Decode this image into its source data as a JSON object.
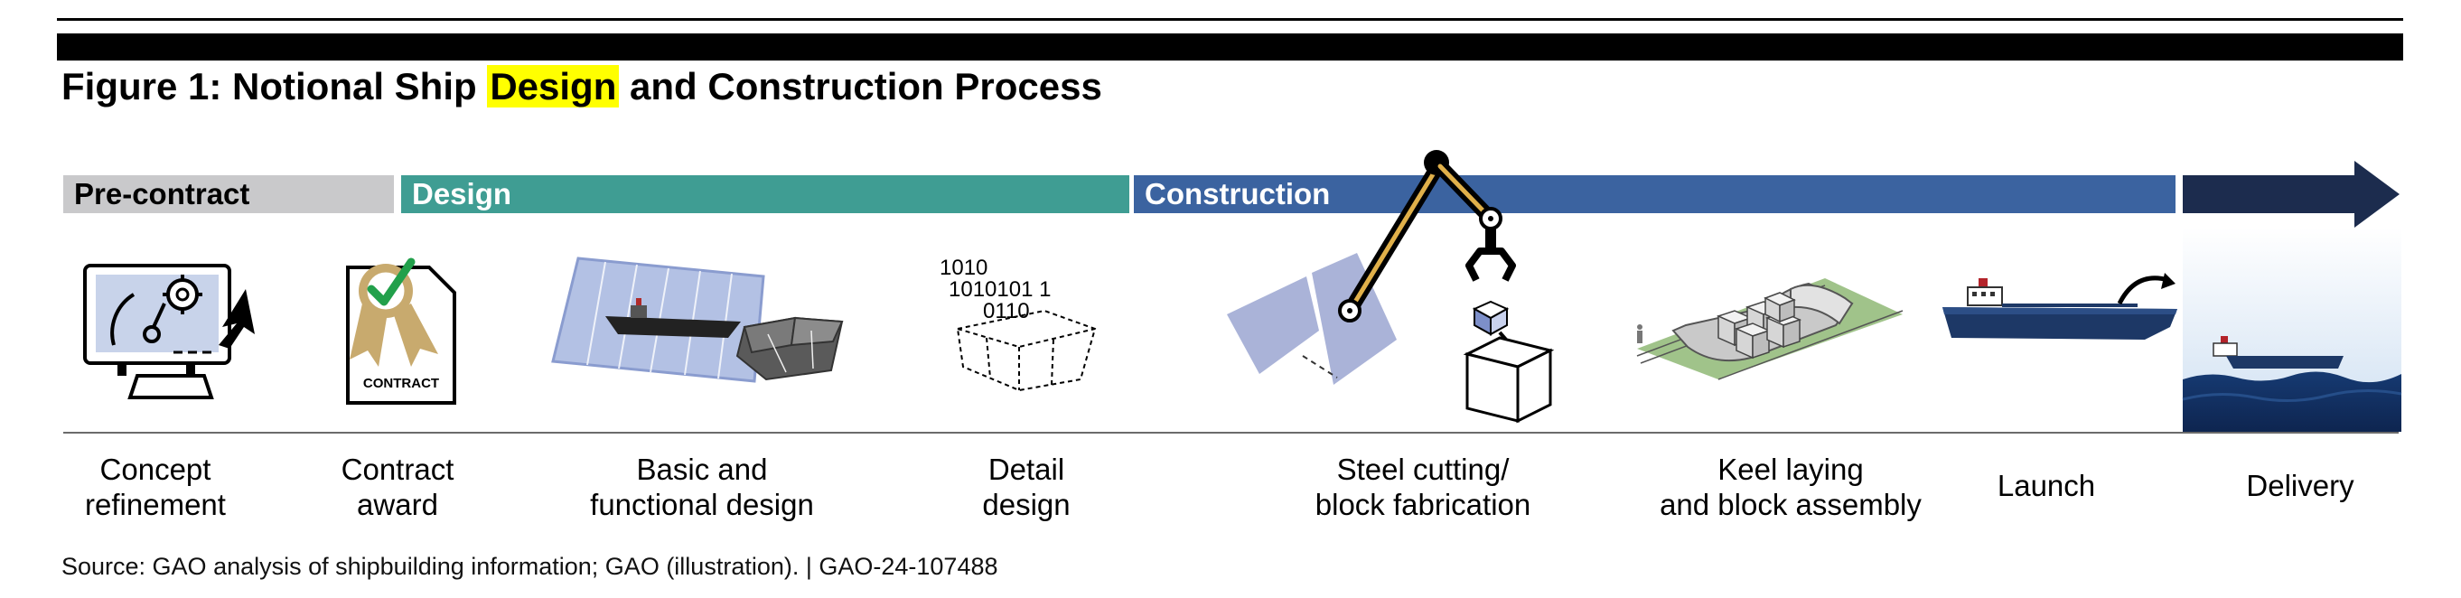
{
  "figure": {
    "title_prefix": "Figure 1: Notional Ship ",
    "title_highlight": "Design",
    "title_suffix": " and Construction Process"
  },
  "phases": {
    "pre_contract": "Pre-contract",
    "design": "Design",
    "construction": "Construction"
  },
  "contract_badge": "CONTRACT",
  "binary_text": {
    "line1": "1010",
    "line2": "1010101 1",
    "line3": "0110"
  },
  "steps": [
    {
      "line1": "Concept",
      "line2": "refinement"
    },
    {
      "line1": "Contract",
      "line2": "award"
    },
    {
      "line1": "Basic and",
      "line2": "functional design"
    },
    {
      "line1": "Detail",
      "line2": "design"
    },
    {
      "line1": "Steel cutting/",
      "line2": "block fabrication"
    },
    {
      "line1": "Keel laying",
      "line2": "and block assembly"
    },
    {
      "line1": "Launch",
      "line2": ""
    },
    {
      "line1": "Delivery",
      "line2": ""
    }
  ],
  "source": "Source: GAO analysis of shipbuilding information; GAO (illustration).  |  GAO-24-107488",
  "colors": {
    "pre_contract": "#c9c9cb",
    "design": "#3f9d93",
    "construction": "#3b63a0",
    "delivery": "#1c2c4e",
    "highlight": "#ffff00"
  }
}
